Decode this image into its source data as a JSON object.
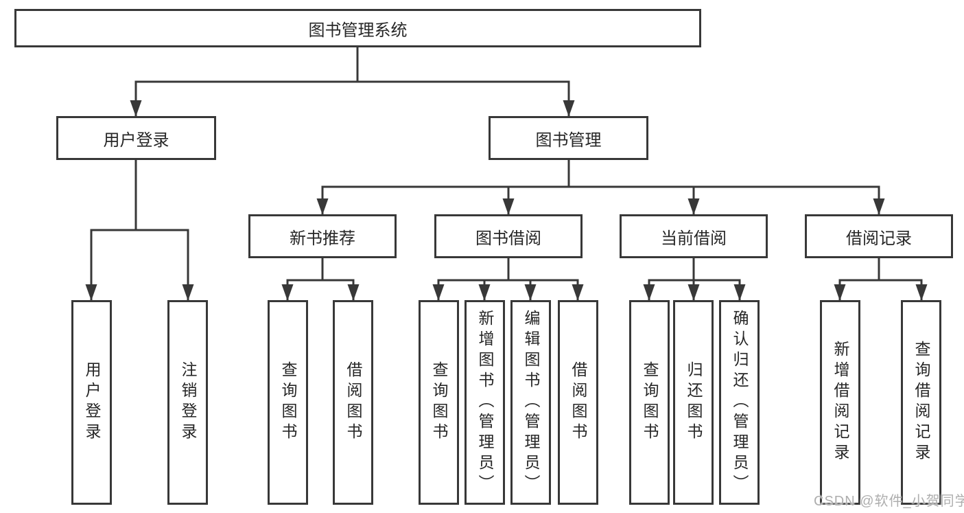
{
  "nodes": {
    "root": {
      "label": "图书管理系统"
    },
    "user_login": {
      "label": "用户登录"
    },
    "book_mgmt": {
      "label": "图书管理"
    },
    "new_book_rec": {
      "label": "新书推荐"
    },
    "book_borrow": {
      "label": "图书借阅"
    },
    "current_borrow": {
      "label": "当前借阅"
    },
    "borrow_record": {
      "label": "借阅记录"
    },
    "leaf_user_login": {
      "label": "用户登录"
    },
    "leaf_logout": {
      "label": "注销登录"
    },
    "leaf_nb_query": {
      "label": "查询图书"
    },
    "leaf_nb_borrow": {
      "label": "借阅图书"
    },
    "leaf_bb_query": {
      "label": "查询图书"
    },
    "leaf_bb_add": {
      "label": "新增图书（管理员）"
    },
    "leaf_bb_edit": {
      "label": "编辑图书（管理员）"
    },
    "leaf_bb_borrow": {
      "label": "借阅图书"
    },
    "leaf_cb_query": {
      "label": "查询图书"
    },
    "leaf_cb_return": {
      "label": "归还图书"
    },
    "leaf_cb_confirm": {
      "label": "确认归还（管理员）"
    },
    "leaf_br_add": {
      "label": "新增借阅记录"
    },
    "leaf_br_query": {
      "label": "查询借阅记录"
    }
  },
  "structure": {
    "root": [
      "user_login",
      "book_mgmt"
    ],
    "user_login": [
      "leaf_user_login",
      "leaf_logout"
    ],
    "book_mgmt": [
      "new_book_rec",
      "book_borrow",
      "current_borrow",
      "borrow_record"
    ],
    "new_book_rec": [
      "leaf_nb_query",
      "leaf_nb_borrow"
    ],
    "book_borrow": [
      "leaf_bb_query",
      "leaf_bb_add",
      "leaf_bb_edit",
      "leaf_bb_borrow"
    ],
    "current_borrow": [
      "leaf_cb_query",
      "leaf_cb_return",
      "leaf_cb_confirm"
    ],
    "borrow_record": [
      "leaf_br_add",
      "leaf_br_query"
    ]
  },
  "watermark": {
    "text": "CSDN @软件_小贺同学"
  },
  "colors": {
    "line": "#383838",
    "box_border": "#383838",
    "box_fill": "#ffffff",
    "text": "#262626",
    "watermark": "#aeaeae",
    "background": "#ffffff"
  }
}
